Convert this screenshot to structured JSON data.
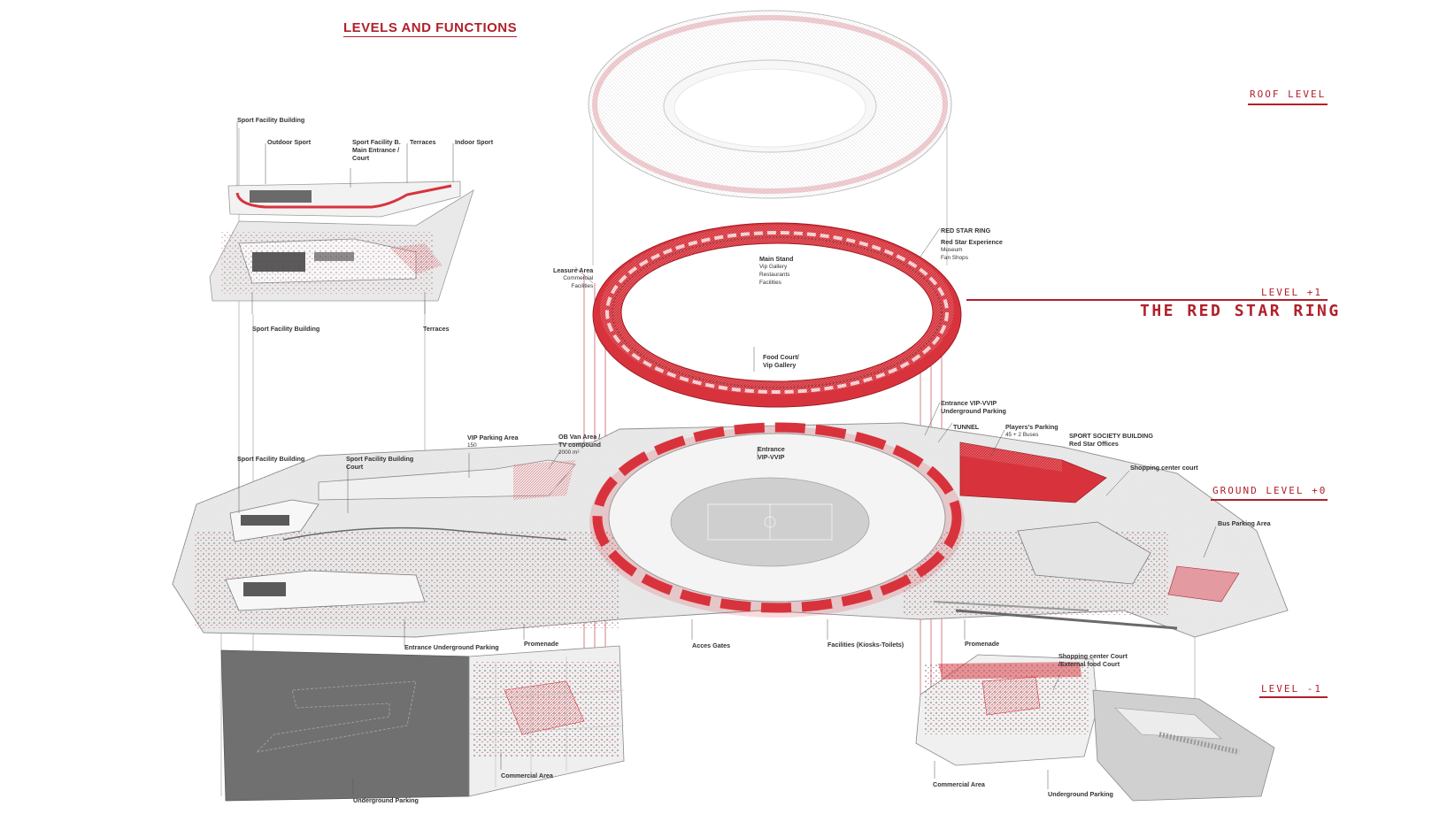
{
  "title": "LEVELS AND FUNCTIONS",
  "levels": {
    "roof": "ROOF LEVEL",
    "level_plus1": "LEVEL +1",
    "ring_title": "THE RED STAR RING",
    "ground": "GROUND LEVEL +0",
    "level_minus1": "LEVEL -1"
  },
  "sport_block": {
    "sport_facility_building_top": "Sport Facility Building",
    "outdoor_sport": "Outdoor Sport",
    "main_entrance": [
      "Sport Facility B.",
      "Main Entrance /",
      "Court"
    ],
    "terraces_top": "Terraces",
    "indoor_sport": "Indoor Sport",
    "sport_facility_building_bottom": "Sport Facility Building",
    "terraces_bottom": "Terraces"
  },
  "ring_labels": {
    "leasure_area": [
      "Leasure Area",
      "Commercial",
      "Facilities"
    ],
    "main_stand": [
      "Main Stand",
      "Vip Gallery",
      "Restaurants",
      "Facilities"
    ],
    "red_star_ring": "RED STAR RING",
    "red_star_experience": [
      "Red Star Experience",
      "Museum",
      "Fan Shops"
    ],
    "food_court": [
      "Food Court/",
      "Vip Gallery"
    ]
  },
  "ground_labels": {
    "entrance_vip_parking": [
      "Entrance VIP-VVIP",
      "Underground Parking"
    ],
    "tunnel": "TUNNEL",
    "players_parking": [
      "Players's Parking",
      "45 + 2 Buses"
    ],
    "sport_society": [
      "SPORT SOCIETY BUILDING",
      "Red Star Offices"
    ],
    "shopping_center_court": "Shopping center court",
    "bus_parking": "Bus Parking Area",
    "sport_facility_building": "Sport Facility Building",
    "sport_facility_court": [
      "Sport Facility Building",
      "Court"
    ],
    "vip_parking": [
      "VIP Parking Area",
      "150"
    ],
    "ob_van": [
      "OB Van Area /",
      "TV compound",
      "2000 m²"
    ],
    "entrance_vip_vvip": [
      "Entrance",
      "VIP-VVIP"
    ],
    "entrance_underground": "Entrance Underground Parking",
    "promenade_left": "Promenade",
    "acces_gates": "Acces Gates",
    "facilities": "Facilities (Kiosks-Toilets)",
    "promenade_right": "Promenade"
  },
  "lower_labels": {
    "commercial_area_left": "Commercial Area",
    "underground_parking_left": "Underground Parking",
    "shopping_external": [
      "Shopping center Court",
      "/External food Court"
    ],
    "commercial_area_right": "Commercial Area",
    "underground_parking_right": "Underground Parking"
  },
  "colors": {
    "accent_red": "#b1202a",
    "ring_red": "#d8333c",
    "light_grey": "#e6e6e6",
    "mid_grey": "#bdbdbd",
    "dark_grey": "#7a7a7a"
  }
}
